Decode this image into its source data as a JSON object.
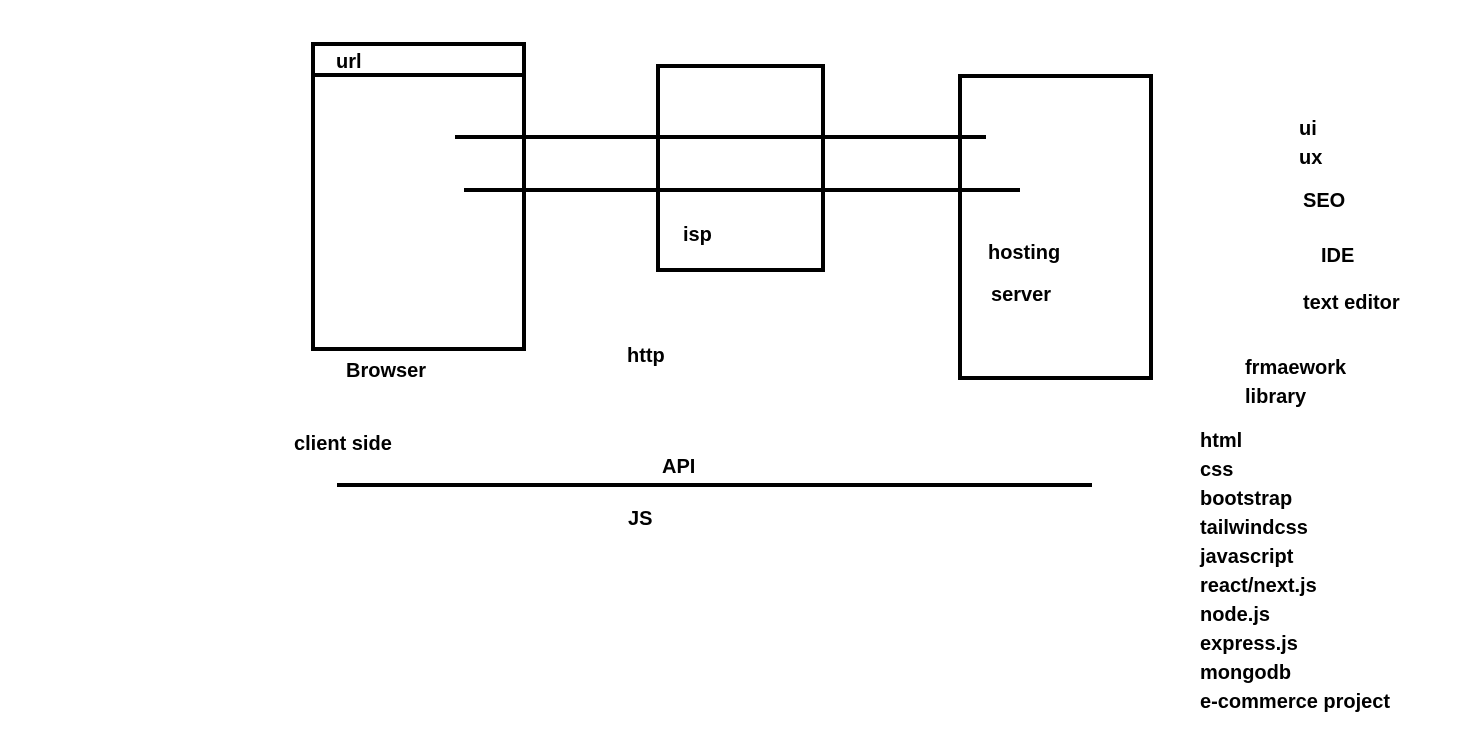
{
  "diagram": {
    "browser": {
      "url_label": "url",
      "caption": "Browser"
    },
    "isp": {
      "label": "isp"
    },
    "server": {
      "line1": "hosting",
      "line2": "server"
    },
    "http_label": "http",
    "client_side_label": "client side",
    "api_label": "API",
    "js_label": "JS"
  },
  "topics": {
    "ui": "ui",
    "ux": "ux",
    "seo": "SEO",
    "ide": "IDE",
    "text_editor": "text editor",
    "framework": "frmaework",
    "library": "library"
  },
  "stack_list": [
    "html",
    "css",
    "bootstrap",
    "tailwindcss",
    "javascript",
    "react/next.js",
    "node.js",
    "express.js",
    "mongodb",
    "e-commerce project"
  ]
}
